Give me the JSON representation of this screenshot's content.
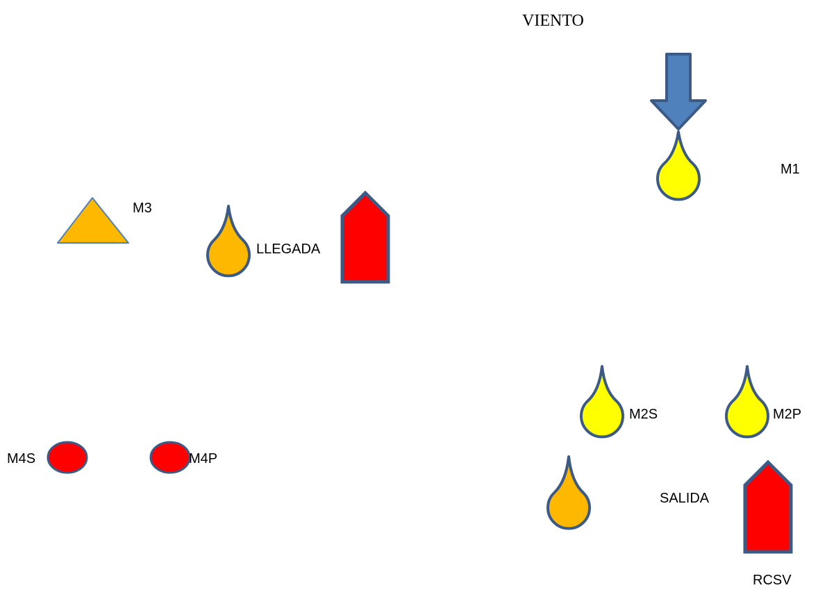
{
  "wind_label": "VIENTO",
  "labels": {
    "m1": "M1",
    "m3": "M3",
    "llegada": "LLEGADA",
    "m2s": "M2S",
    "m2p": "M2P",
    "m4s": "M4S",
    "m4p": "M4P",
    "salida": "SALIDA",
    "rcsv": "RCSV"
  },
  "colors": {
    "wind_arrow": "#4f81bd",
    "outline": "#3b5a86",
    "yellow_mark": "#ffff00",
    "orange_mark": "#ffb800",
    "red_mark": "#ff0000"
  }
}
